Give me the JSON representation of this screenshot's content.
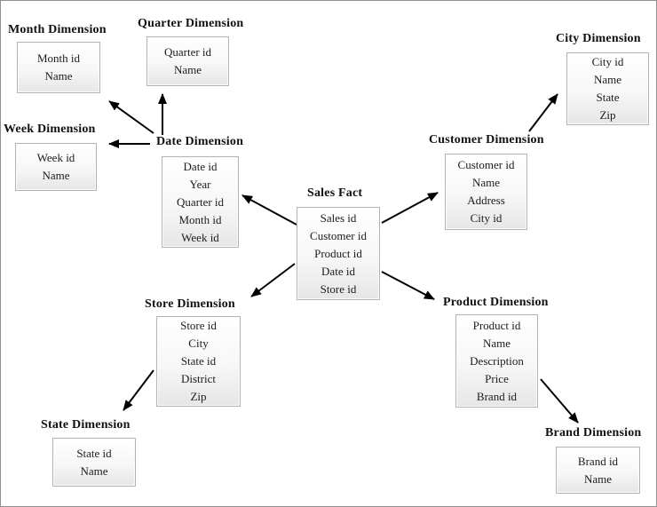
{
  "page": {
    "background_color": "#ffffff",
    "border_color": "#8f8f8f",
    "arrow_color": "#000000"
  },
  "diagram": {
    "type": "snowflake-schema",
    "fact_table": "Sales Fact",
    "tables": {
      "month": {
        "title": "Month Dimension",
        "fields": [
          "Month id",
          "Name"
        ]
      },
      "quarter": {
        "title": "Quarter Dimension",
        "fields": [
          "Quarter id",
          "Name"
        ]
      },
      "week": {
        "title": "Week Dimension",
        "fields": [
          "Week id",
          "Name"
        ]
      },
      "date": {
        "title": "Date Dimension",
        "fields": [
          "Date id",
          "Year",
          "Quarter id",
          "Month id",
          "Week id"
        ]
      },
      "sales": {
        "title": "Sales Fact",
        "fields": [
          "Sales id",
          "Customer id",
          "Product id",
          "Date id",
          "Store id"
        ]
      },
      "city": {
        "title": "City Dimension",
        "fields": [
          "City id",
          "Name",
          "State",
          "Zip"
        ]
      },
      "customer": {
        "title": "Customer Dimension",
        "fields": [
          "Customer id",
          "Name",
          "Address",
          "City id"
        ]
      },
      "store": {
        "title": "Store Dimension",
        "fields": [
          "Store id",
          "City",
          "State id",
          "District",
          "Zip"
        ]
      },
      "state": {
        "title": "State Dimension",
        "fields": [
          "State id",
          "Name"
        ]
      },
      "product": {
        "title": "Product Dimension",
        "fields": [
          "Product id",
          "Name",
          "Description",
          "Price",
          "Brand id"
        ]
      },
      "brand": {
        "title": "Brand Dimension",
        "fields": [
          "Brand id",
          "Name"
        ]
      }
    },
    "relations": [
      {
        "from": "Date Dimension",
        "to": "Month Dimension"
      },
      {
        "from": "Date Dimension",
        "to": "Quarter Dimension"
      },
      {
        "from": "Date Dimension",
        "to": "Week Dimension"
      },
      {
        "from": "Sales Fact",
        "to": "Date Dimension"
      },
      {
        "from": "Sales Fact",
        "to": "Customer Dimension"
      },
      {
        "from": "Sales Fact",
        "to": "Store Dimension"
      },
      {
        "from": "Sales Fact",
        "to": "Product Dimension"
      },
      {
        "from": "Customer Dimension",
        "to": "City Dimension"
      },
      {
        "from": "Store Dimension",
        "to": "State Dimension"
      },
      {
        "from": "Product Dimension",
        "to": "Brand Dimension"
      }
    ]
  }
}
